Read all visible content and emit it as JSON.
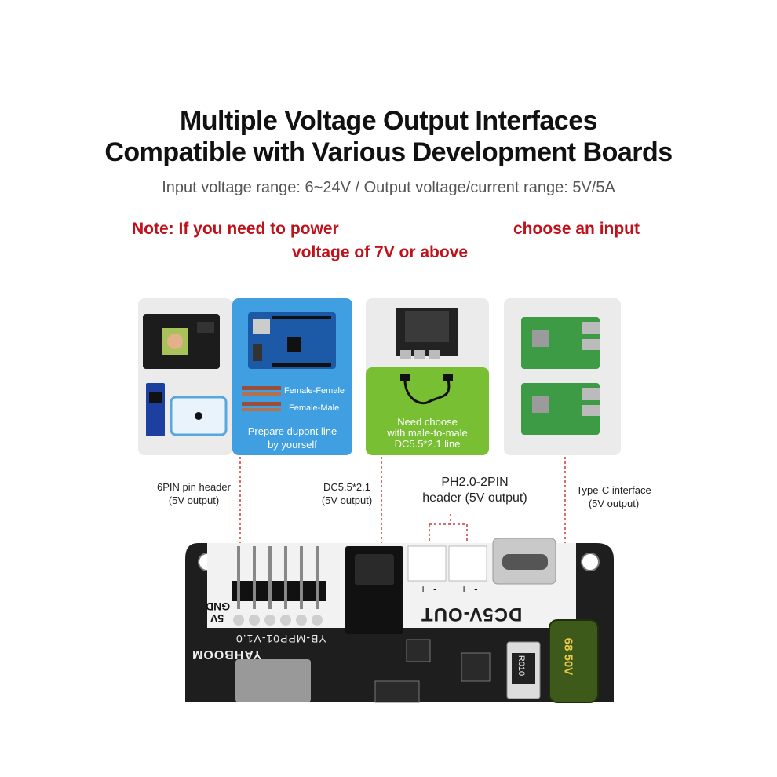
{
  "heading": {
    "line1": "Multiple Voltage Output Interfaces",
    "line2": "Compatible with Various Development Boards",
    "subtitle": "Input voltage range: 6~24V / Output voltage/current range: 5V/5A"
  },
  "note": {
    "part1": "Note: If you need to power",
    "part2": "choose an input",
    "part3": "voltage of 7V or above"
  },
  "cards": {
    "dupont_female_female": "Female-Female",
    "dupont_female_male": "Female-Male",
    "dupont_caption_1": "Prepare dupont line",
    "dupont_caption_2": "by yourself",
    "dc_caption_1": "Need choose",
    "dc_caption_2": "with male-to-male",
    "dc_caption_3": "DC5.5*2.1 line"
  },
  "interfaces": {
    "pin6_label": "6PIN pin header",
    "pin6_out": "(5V output)",
    "dc_label": "DC5.5*2.1",
    "dc_out": "(5V output)",
    "ph_label": "PH2.0-2PIN",
    "ph_out": "header (5V output)",
    "typec_label": "Type-C interface",
    "typec_out": "(5V output)"
  },
  "board": {
    "silk_dcout": "DC5V-OUT",
    "silk_model": "YB-MPP01-V1.0",
    "silk_brand": "YAHBOOM",
    "silk_gnd": "GND",
    "silk_5v": "5V",
    "cap_label": "68 50V",
    "resistor_label": "R010",
    "plus1": "+",
    "minus1": "-",
    "plus2": "+",
    "minus2": "-"
  },
  "colors": {
    "title": "#111111",
    "note_red": "#c0111a",
    "card_grey": "#ebebeb",
    "card_blue": "#3f9fe0",
    "card_green": "#79bf33",
    "leader_line": "#d23a3a",
    "pcb": "#1e1e1e"
  }
}
